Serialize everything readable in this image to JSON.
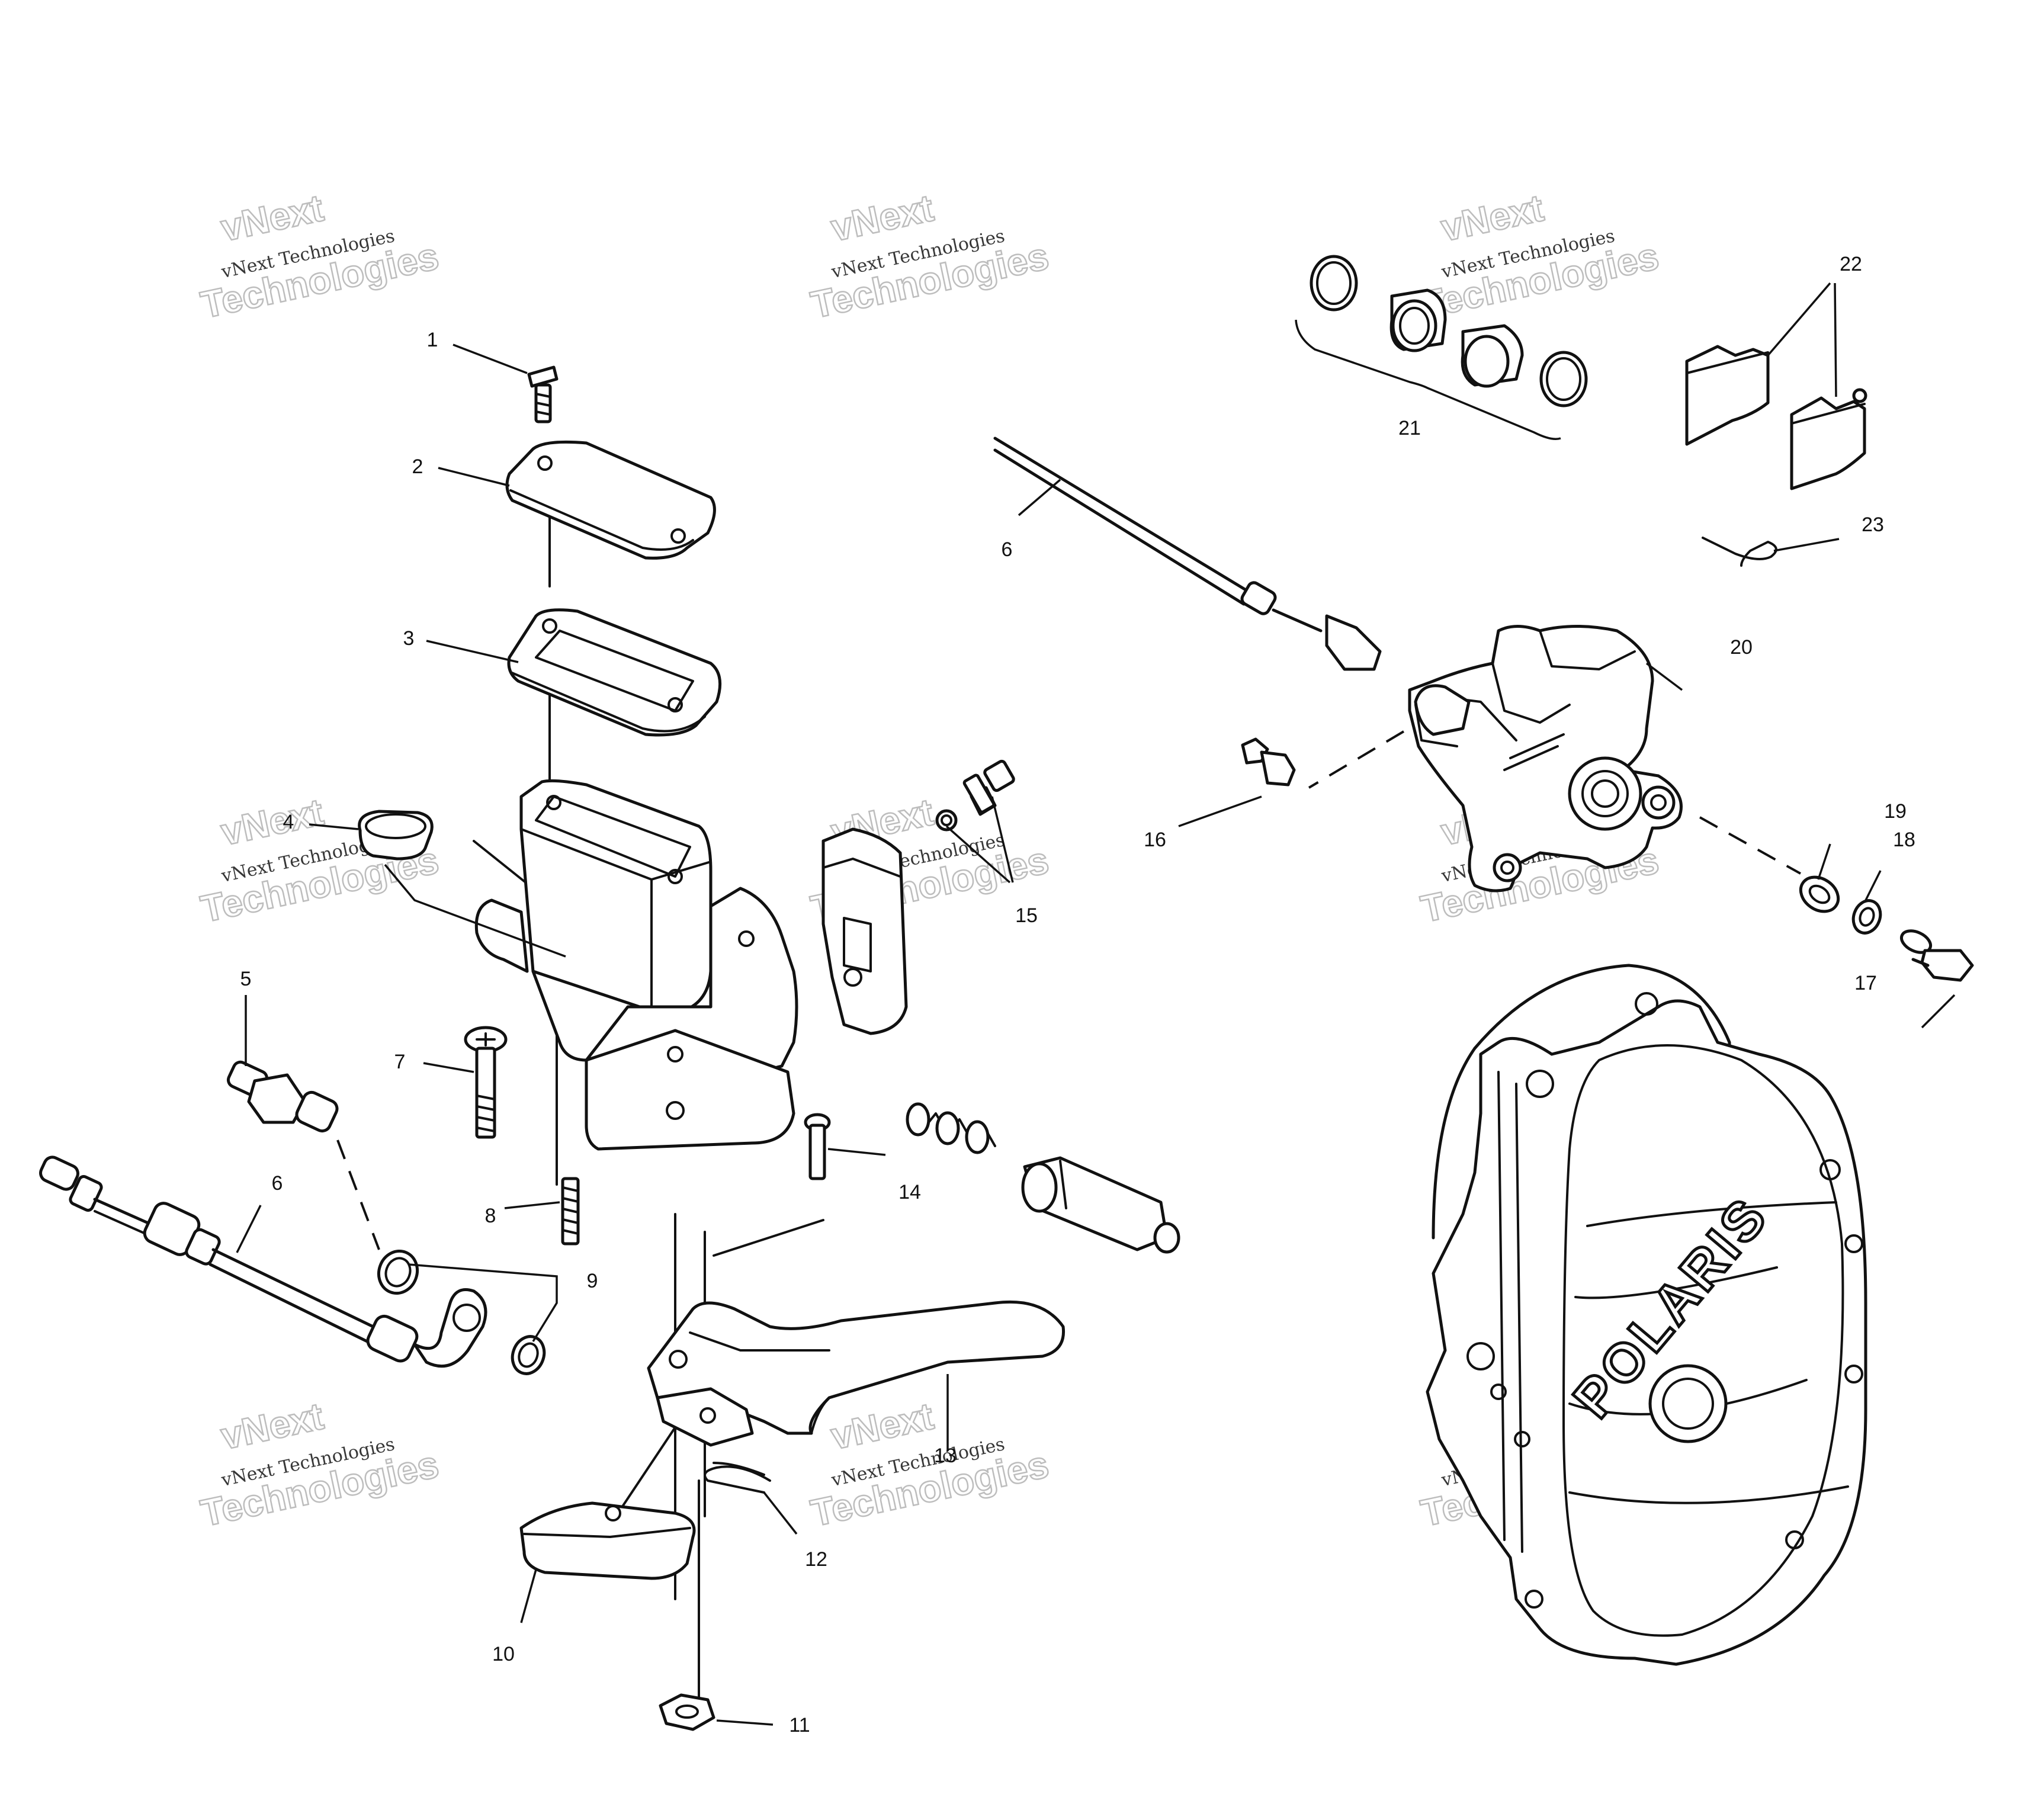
{
  "callouts": [
    {
      "id": "c1",
      "label": "1"
    },
    {
      "id": "c2",
      "label": "2"
    },
    {
      "id": "c3",
      "label": "3"
    },
    {
      "id": "c4",
      "label": "4"
    },
    {
      "id": "c5",
      "label": "5"
    },
    {
      "id": "c6a",
      "label": "6"
    },
    {
      "id": "c6b",
      "label": "6"
    },
    {
      "id": "c7",
      "label": "7"
    },
    {
      "id": "c8",
      "label": "8"
    },
    {
      "id": "c9",
      "label": "9"
    },
    {
      "id": "c10",
      "label": "10"
    },
    {
      "id": "c11",
      "label": "11"
    },
    {
      "id": "c12",
      "label": "12"
    },
    {
      "id": "c13",
      "label": "13"
    },
    {
      "id": "c14",
      "label": "14"
    },
    {
      "id": "c15",
      "label": "15"
    },
    {
      "id": "c16",
      "label": "16"
    },
    {
      "id": "c17",
      "label": "17"
    },
    {
      "id": "c18",
      "label": "18"
    },
    {
      "id": "c19",
      "label": "19"
    },
    {
      "id": "c20",
      "label": "20"
    },
    {
      "id": "c21",
      "label": "21"
    },
    {
      "id": "c22",
      "label": "22"
    },
    {
      "id": "c23",
      "label": "23"
    }
  ],
  "watermark": {
    "line1": "vNext",
    "line2": "vNext Technologies",
    "line3": "Technologies"
  },
  "brand_logo": "POLARIS"
}
